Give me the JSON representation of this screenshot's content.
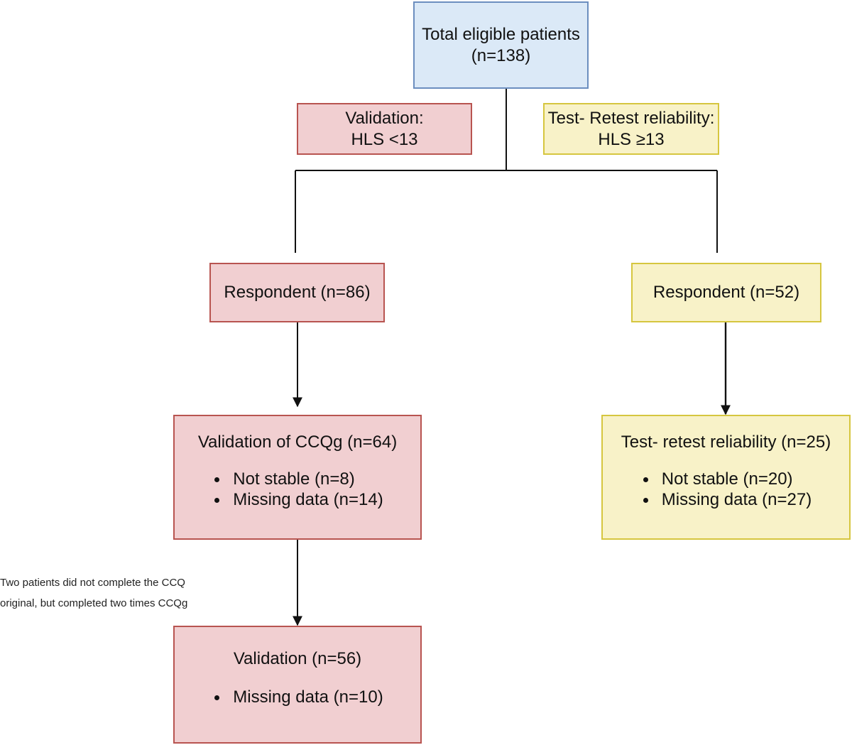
{
  "colors": {
    "blue_fill": "#dbe9f7",
    "blue_border": "#6c8ebf",
    "red_fill": "#f1cfd1",
    "red_border": "#b85450",
    "yellow_fill": "#f8f2c8",
    "yellow_border": "#d6c63f",
    "line": "#111111"
  },
  "total": {
    "line1": "Total eligible patients",
    "line2": "(n=138)"
  },
  "validation_split": {
    "line1": "Validation:",
    "line2": "HLS <13"
  },
  "retest_split": {
    "line1": "Test- Retest reliability:",
    "line2": "HLS ≥13"
  },
  "left": {
    "respondent": "Respondent (n=86)",
    "validation_ccqg": {
      "title": "Validation of CCQg (n=64)",
      "items": [
        "Not stable (n=8)",
        "Missing data (n=14)"
      ]
    },
    "note": {
      "line1": "Two patients did not complete the CCQ",
      "line2": "original, but completed two times CCQg"
    },
    "validation_final": {
      "title": "Validation (n=56)",
      "items": [
        "Missing data (n=10)"
      ]
    }
  },
  "right": {
    "respondent": "Respondent (n=52)",
    "retest": {
      "title": "Test- retest reliability (n=25)",
      "items": [
        "Not stable (n=20)",
        "Missing data (n=27)"
      ]
    }
  }
}
